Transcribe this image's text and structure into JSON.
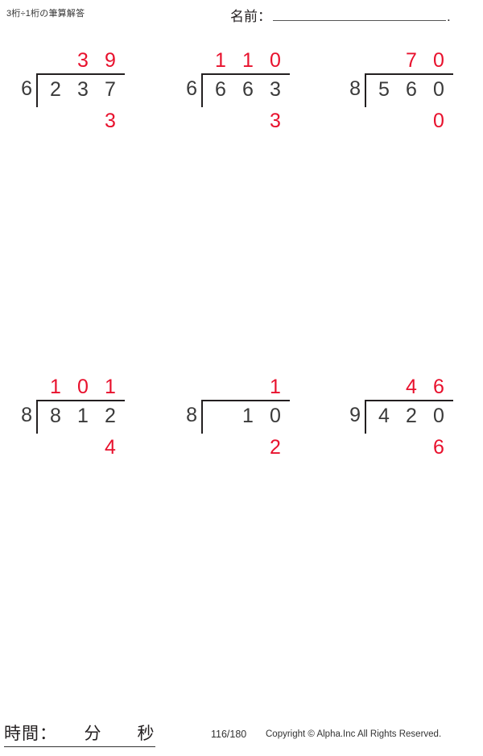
{
  "header": {
    "title": "3桁÷1桁の筆算解答",
    "name_label": "名前：",
    "name_value": "",
    "name_period": "."
  },
  "problems": [
    {
      "id": "problem-1",
      "divisor": "6",
      "dividend": [
        "2",
        "3",
        "7"
      ],
      "quotient": [
        "",
        "3",
        "9"
      ],
      "remainder": [
        "",
        "",
        "3"
      ]
    },
    {
      "id": "problem-2",
      "divisor": "6",
      "dividend": [
        "6",
        "6",
        "3"
      ],
      "quotient": [
        "1",
        "1",
        "0"
      ],
      "remainder": [
        "",
        "",
        "3"
      ]
    },
    {
      "id": "problem-3",
      "divisor": "8",
      "dividend": [
        "5",
        "6",
        "0"
      ],
      "quotient": [
        "",
        "7",
        "0"
      ],
      "remainder": [
        "",
        "",
        "0"
      ]
    },
    {
      "id": "problem-4",
      "divisor": "8",
      "dividend": [
        "8",
        "1",
        "2"
      ],
      "quotient": [
        "1",
        "0",
        "1"
      ],
      "remainder": [
        "",
        "",
        "4"
      ]
    },
    {
      "id": "problem-5",
      "divisor": "8",
      "dividend": [
        "",
        "1",
        "0"
      ],
      "quotient": [
        "",
        "",
        "1"
      ],
      "remainder": [
        "",
        "",
        "2"
      ]
    },
    {
      "id": "problem-6",
      "divisor": "9",
      "dividend": [
        "4",
        "2",
        "0"
      ],
      "quotient": [
        "",
        "4",
        "6"
      ],
      "remainder": [
        "",
        "",
        "6"
      ]
    }
  ],
  "footer": {
    "time_label": "時間：　　分　　秒",
    "page_number": "116/180",
    "copyright": "Copyright © Alpha.Inc All Rights Reserved."
  },
  "colors": {
    "answer_red": "#e8112d",
    "ink_black": "#231f20",
    "digit_gray": "#3a3a3a"
  }
}
